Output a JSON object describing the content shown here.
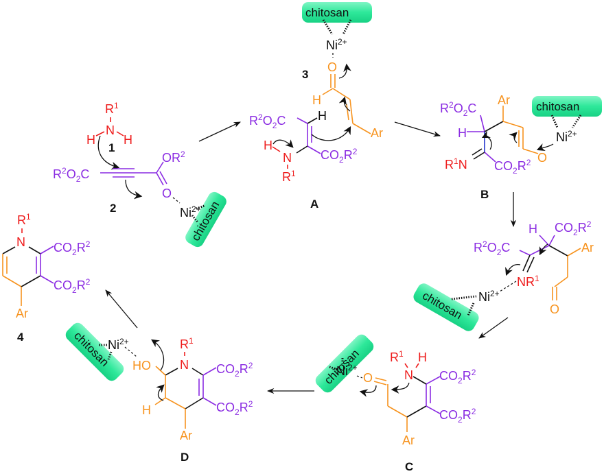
{
  "title": "Proposed mechanism for chitosan-supported Ni(II) catalyzed synthesis of 1,4-dihydropyridines",
  "colors": {
    "amine": "#ee1c1c",
    "ester": "#8a2be2",
    "aldehyde": "#f7931e",
    "catalyst": "#2ee89a",
    "text": "#111111"
  },
  "catalyst": {
    "support": "chitosan",
    "metal": "Ni",
    "charge": "2+"
  },
  "compounds": {
    "c1": {
      "label": "1",
      "r": "R",
      "r_sup": "1",
      "n": "N",
      "h": "H"
    },
    "c2": {
      "label": "2",
      "left": "R",
      "left_sup": "2",
      "left_rest": "O",
      "left_sub": "2",
      "left_c": "C",
      "or": "OR",
      "or_sup": "2",
      "o": "O"
    },
    "c3": {
      "label": "3",
      "o": "O",
      "h": "H",
      "ar": "Ar"
    },
    "cA": {
      "label": "A",
      "h": "H",
      "n": "N",
      "r1": "R",
      "r1_sup": "1",
      "ar": "Ar"
    },
    "cB": {
      "label": "B",
      "h": "H",
      "n": "N",
      "r1": "R",
      "r1_sup": "1",
      "ar": "Ar",
      "o": "O"
    },
    "cInt": {
      "h": "H",
      "nr": "NR",
      "nr_sup": "1",
      "ar": "Ar",
      "o": "O"
    },
    "cC": {
      "label": "C",
      "n": "N",
      "r1": "R",
      "r1_sup": "1",
      "h": "H",
      "o": "O",
      "ar": "Ar"
    },
    "cD": {
      "label": "D",
      "n": "N",
      "r1": "R",
      "r1_sup": "1",
      "ho": "HO",
      "h": "H",
      "ar": "Ar"
    },
    "c4": {
      "label": "4",
      "n": "N",
      "r1": "R",
      "r1_sup": "1",
      "ar": "Ar"
    }
  },
  "groups": {
    "co2r2": {
      "a": "CO",
      "sub": "2",
      "b": "R",
      "sup": "2"
    },
    "r2o2c": {
      "a": "R",
      "sup": "2",
      "b": "O",
      "sub": "2",
      "c": "C"
    }
  }
}
